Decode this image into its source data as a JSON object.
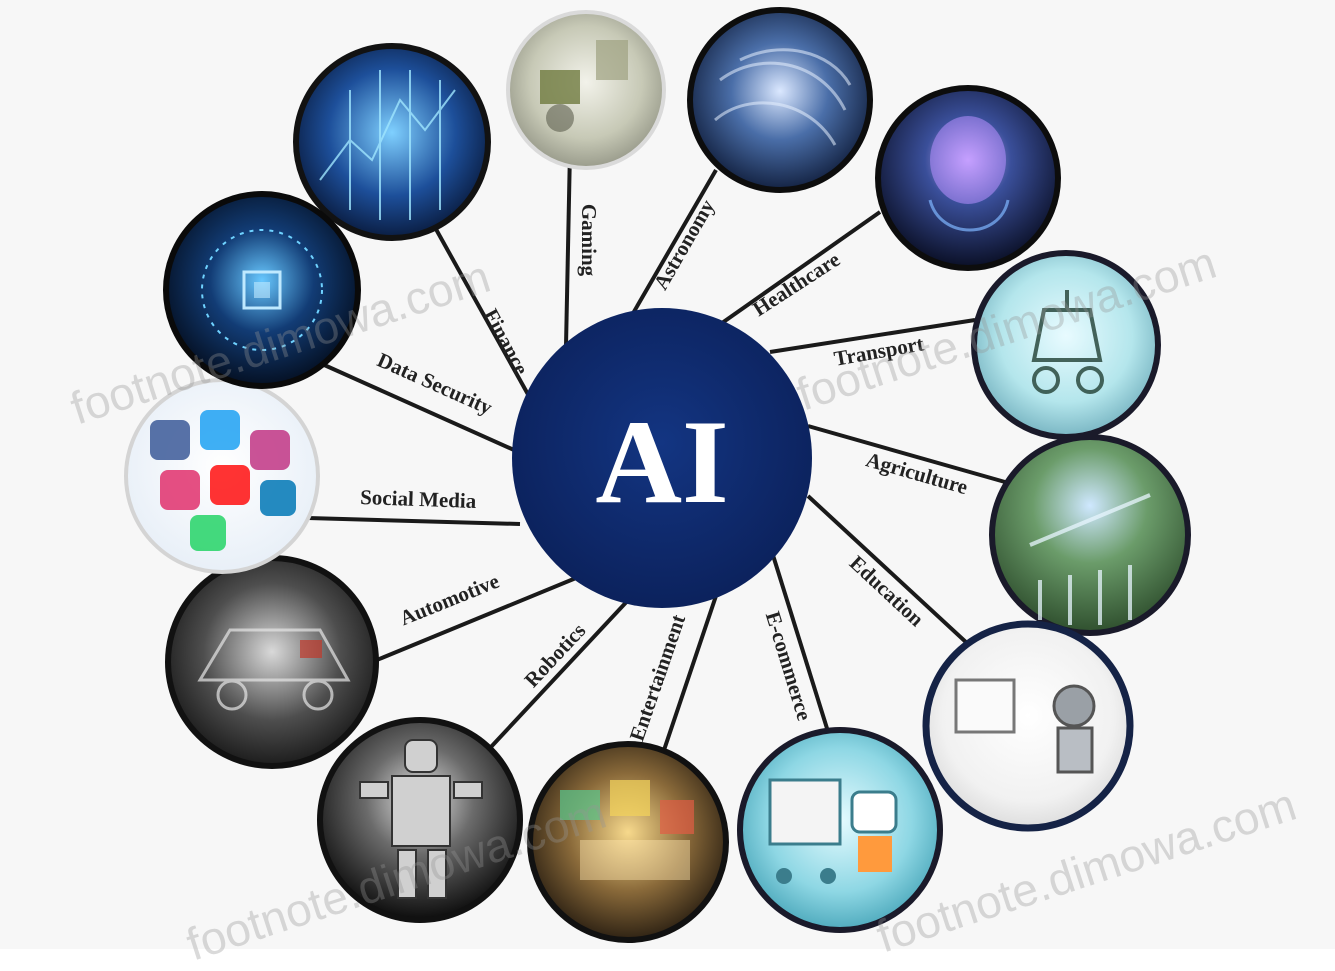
{
  "center": {
    "label": "AI",
    "color": "#0e2a6b"
  },
  "watermarks": [
    "footnote.dimowa.com",
    "footnote.dimowa.com",
    "footnote.dimowa.com",
    "footnote.dimowa.com"
  ],
  "nodes": [
    {
      "label": "Finance",
      "icon": "finance-data-icon"
    },
    {
      "label": "Gaming",
      "icon": "gaming-icon"
    },
    {
      "label": "Astronomy",
      "icon": "galaxy-icon"
    },
    {
      "label": "Healthcare",
      "icon": "brain-scan-icon"
    },
    {
      "label": "Transport",
      "icon": "transport-icon"
    },
    {
      "label": "Agriculture",
      "icon": "agriculture-drone-icon"
    },
    {
      "label": "Education",
      "icon": "robot-teacher-icon"
    },
    {
      "label": "E-commerce",
      "icon": "shopping-robot-icon"
    },
    {
      "label": "Entertainment",
      "icon": "entertainment-icon"
    },
    {
      "label": "Robotics",
      "icon": "humanoid-robot-icon"
    },
    {
      "label": "Automotive",
      "icon": "car-circuit-icon"
    },
    {
      "label": "Social Media",
      "icon": "social-media-icon"
    },
    {
      "label": "Data Security",
      "icon": "security-chip-icon"
    }
  ]
}
